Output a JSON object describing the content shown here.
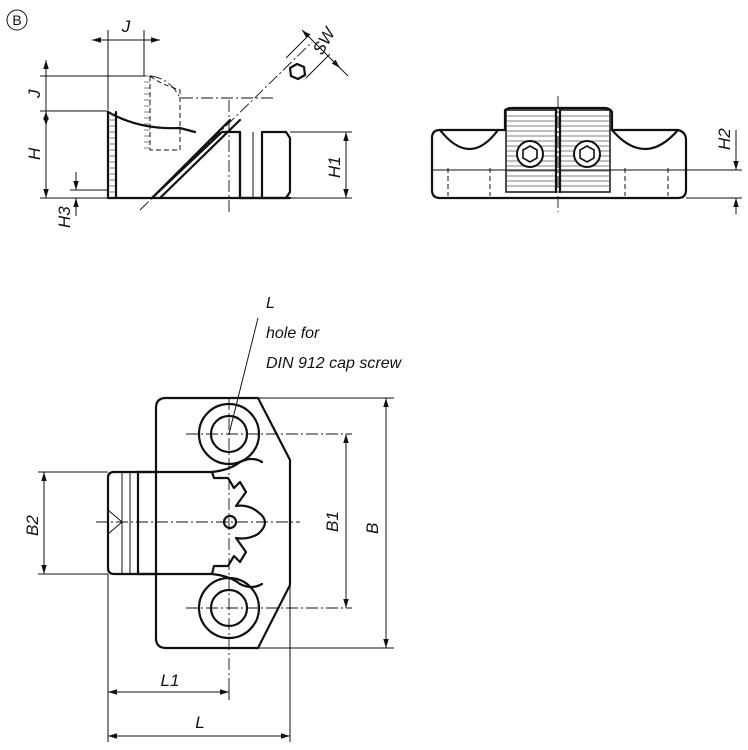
{
  "view_badge": "B",
  "side_view": {
    "dims": {
      "J_top": "J",
      "J_side": "J",
      "SW": "SW",
      "H": "H",
      "H1": "H1",
      "H3": "H3"
    }
  },
  "front_view": {
    "dims": {
      "H2": "H2"
    }
  },
  "plan_view": {
    "dims": {
      "B": "B",
      "B1": "B1",
      "B2": "B2",
      "L": "L",
      "L1": "L1"
    },
    "callout": {
      "line1": "L",
      "line2": "hole for",
      "line3": "DIN 912 cap screw"
    }
  }
}
